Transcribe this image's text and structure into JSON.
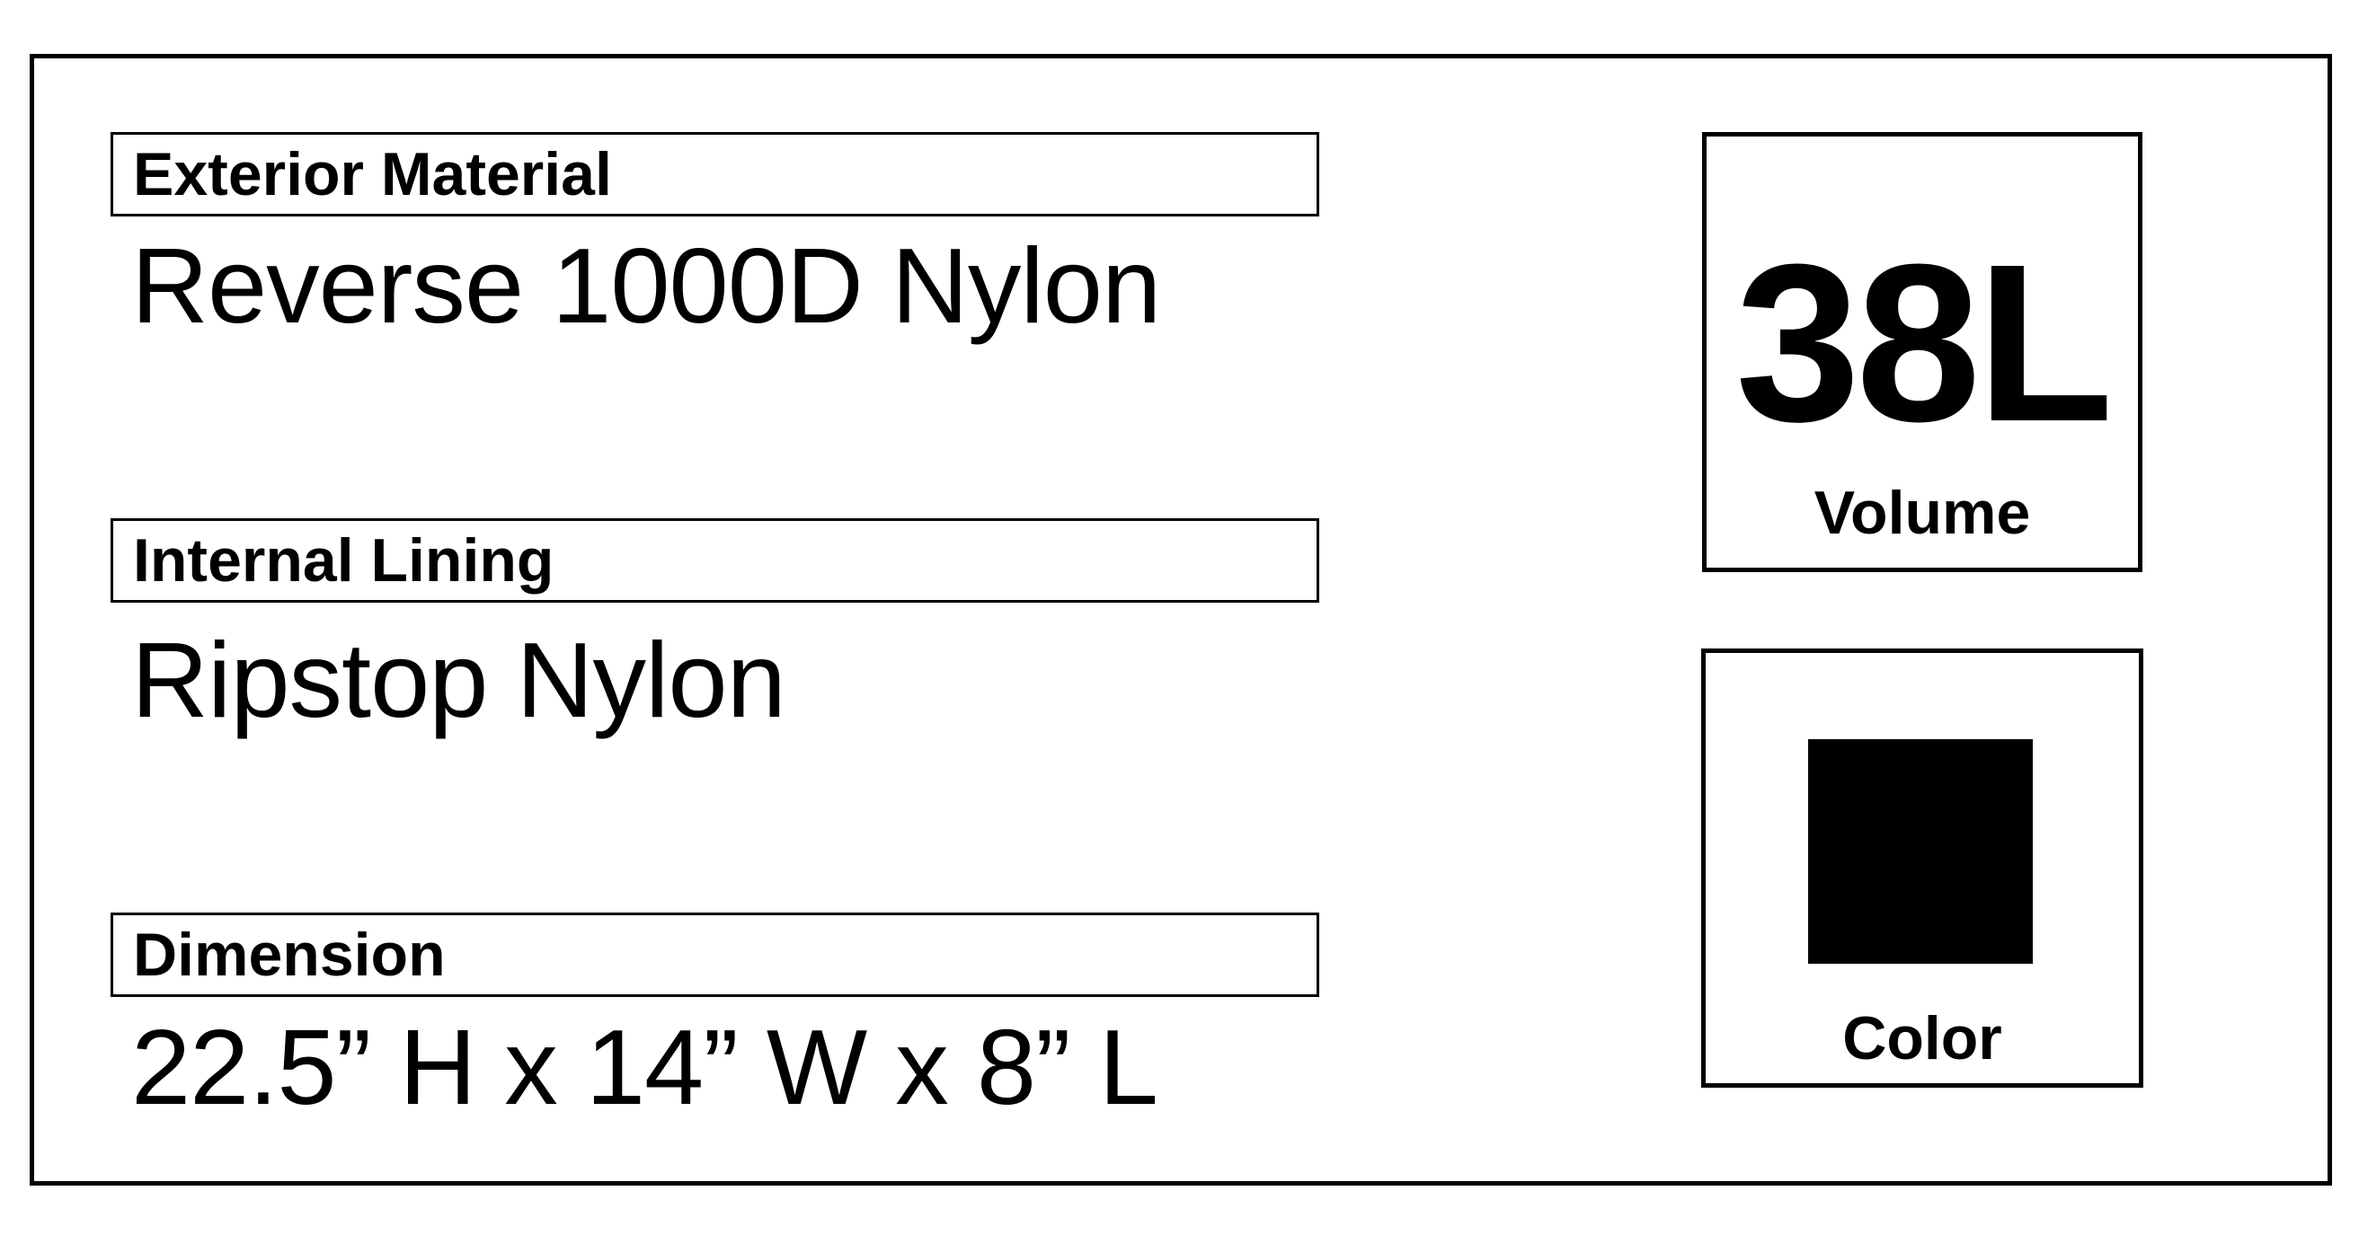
{
  "card": {
    "background": "#ffffff",
    "line_color": "#000000"
  },
  "specs": [
    {
      "label": "Exterior Material",
      "value": "Reverse 1000D Nylon"
    },
    {
      "label": "Internal Lining",
      "value": "Ripstop Nylon"
    },
    {
      "label": "Dimension",
      "value": "22.5” H x 14” W x 8” L"
    }
  ],
  "volume": {
    "value": "38L",
    "caption": "Volume"
  },
  "color": {
    "caption": "Color",
    "swatch_hex": "#000000"
  }
}
